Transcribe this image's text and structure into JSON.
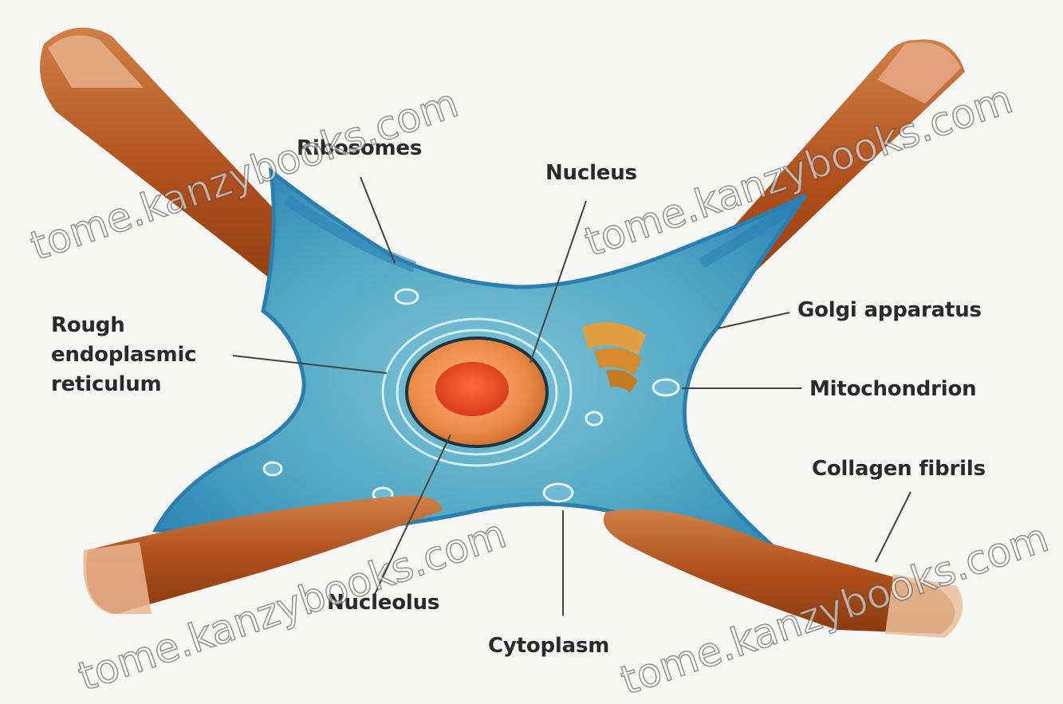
{
  "labels": {
    "ribosomes": "Ribosomes",
    "nucleus": "Nucleus",
    "rough_er": [
      "Rough",
      "endoplasmic",
      "reticulum"
    ],
    "golgi": "Golgi apparatus",
    "mitochondrion": "Mitochondrion",
    "collagen": "Collagen fibrils",
    "nucleolus": "Nucleolus",
    "cytoplasm": "Cytoplasm"
  },
  "watermark": "tome.kanzybooks.com",
  "colors": {
    "background": "#f6f6f4",
    "cell_body": "#4fa6bf",
    "cell_edge": "#2d86b8",
    "collagen": "#b4551f",
    "nucleus": "#e8904a",
    "nucleolus": "#e23c1c",
    "label_text": "#2a2a2a"
  }
}
